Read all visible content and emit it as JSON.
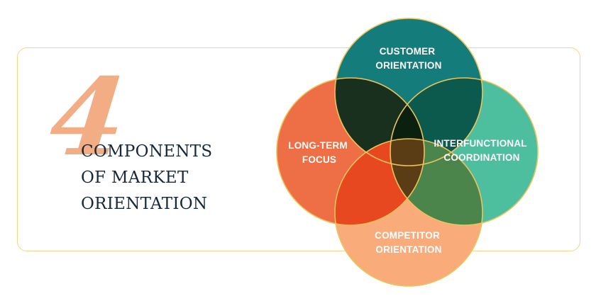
{
  "heading": {
    "number": "4",
    "lines": [
      "COMPONENTS",
      "OF MARKET",
      "ORIENTATION"
    ]
  },
  "components": [
    {
      "id": "customer",
      "lines": [
        "CUSTOMER",
        "ORIENTATION"
      ],
      "color": "#157c7c"
    },
    {
      "id": "interfunctional",
      "lines": [
        "INTERFUNCTIONAL",
        "COORDINATION"
      ],
      "color": "#4dbf9f"
    },
    {
      "id": "competitor",
      "lines": [
        "COMPETITOR",
        "ORIENTATION"
      ],
      "color": "#f9ab7a"
    },
    {
      "id": "long-term",
      "lines": [
        "LONG-TERM",
        "FOCUS"
      ],
      "color": "#ee6f45"
    }
  ],
  "colors": {
    "frame_border": "#f4d58a",
    "circle_outline": "#ecc35a",
    "heading_text": "#17283b",
    "number": "#f2a97e",
    "overlap_customer_longterm": "#18301d",
    "overlap_customer_interfunctional": "#0b5a4d",
    "overlap_interfunctional_competitor": "#4c854c",
    "overlap_competitor_longterm": "#e8481f",
    "center": "#0c200f"
  }
}
